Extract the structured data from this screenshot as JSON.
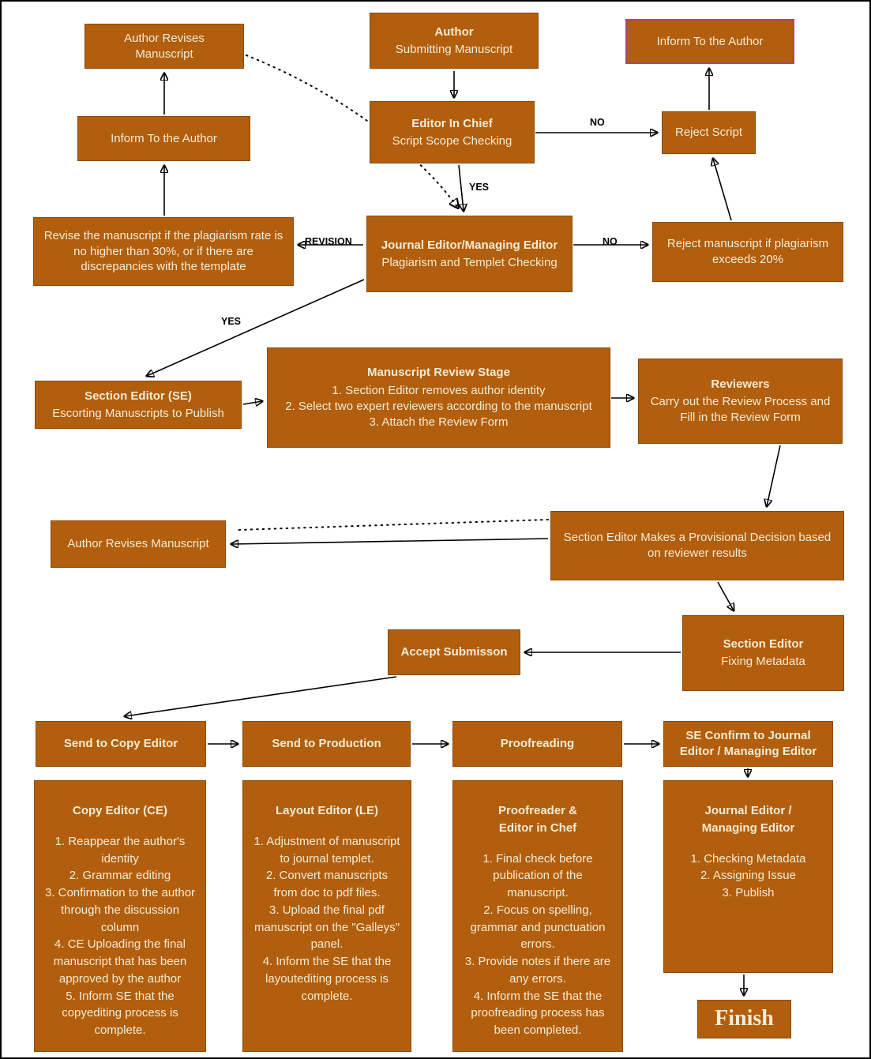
{
  "colors": {
    "box_fill": "#b15e0f",
    "box_border": "#8c4a08",
    "box_text": "#f7ecd3",
    "highlight_border": "#a8486e",
    "arrow_color": "#000000",
    "label_color": "#000000",
    "background": "#ffffff"
  },
  "nodes": {
    "author_revises_top": {
      "text": "Author Revises\nManuscript"
    },
    "author_submitting": {
      "title": "Author",
      "subtitle": "Submitting Manuscript"
    },
    "inform_author_top_right": {
      "text": "Inform To the Author"
    },
    "inform_author_left": {
      "text": "Inform To the Author"
    },
    "editor_in_chief": {
      "title": "Editor In Chief",
      "subtitle": "Script Scope Checking"
    },
    "reject_script": {
      "text": "Reject Script"
    },
    "revise_manuscript": {
      "text": "Revise the manuscript if the plagiarism rate is no higher than 30%, or if there are discrepancies with the template"
    },
    "journal_editor": {
      "title": "Journal Editor/Managing Editor",
      "subtitle": "Plagiarism and Templet Checking"
    },
    "reject_manuscript": {
      "text": "Reject manuscript if plagiarism exceeds 20%"
    },
    "section_editor_se": {
      "title": "Section Editor (SE)",
      "subtitle": "Escorting Manuscripts to Publish"
    },
    "manuscript_review_stage": {
      "title": "Manuscript Review Stage",
      "body": "1. Section Editor removes author identity\n2. Select two expert reviewers according to the manuscript\n3. Attach the Review Form"
    },
    "reviewers": {
      "title": "Reviewers",
      "subtitle": "Carry out the Review Process and Fill in the Review Form"
    },
    "author_revises_mid": {
      "text": "Author Revises Manuscript"
    },
    "provisional_decision": {
      "text": "Section Editor Makes a Provisional Decision based on reviewer results"
    },
    "accept_submission": {
      "text": "Accept Submisson"
    },
    "section_editor_fixing": {
      "title": "Section Editor",
      "subtitle": "Fixing Metadata"
    },
    "send_to_copy_editor": {
      "text": "Send to Copy Editor"
    },
    "send_to_production": {
      "text": "Send to Production"
    },
    "proofreading": {
      "text": "Proofreading"
    },
    "se_confirm": {
      "text": "SE Confirm to Journal Editor / Managing Editor"
    },
    "copy_editor_detail": {
      "title": "Copy Editor (CE)",
      "body": "1. Reappear the author's identity\n2. Grammar editing\n3. Confirmation to the author through the discussion column\n4. CE Uploading the final manuscript that has been approved by the author\n5. Inform SE that the copyediting process is complete."
    },
    "layout_editor_detail": {
      "title": "Layout Editor (LE)",
      "body": "1. Adjustment of manuscript to journal templet.\n2. Convert manuscripts from doc to pdf files.\n3. Upload the final pdf manuscript on the \"Galleys\" panel.\n4. Inform the SE that the layoutediting process is complete."
    },
    "proofreader_detail": {
      "title": "Proofreader &\nEditor in Chef",
      "body": "1. Final check before publication of the manuscript.\n2. Focus on spelling, grammar and punctuation errors.\n3. Provide notes if there are any errors.\n4. Inform the SE that the proofreading process has been completed."
    },
    "journal_editor_detail": {
      "title": "Journal Editor /\nManaging Editor",
      "body": "1. Checking Metadata\n2. Assigning Issue\n3. Publish"
    },
    "finish": {
      "text": "Finish"
    }
  },
  "edge_labels": {
    "no_top": "NO",
    "yes_top": "YES",
    "revision": "REVISION",
    "no_mid": "NO",
    "yes_mid": "YES"
  }
}
